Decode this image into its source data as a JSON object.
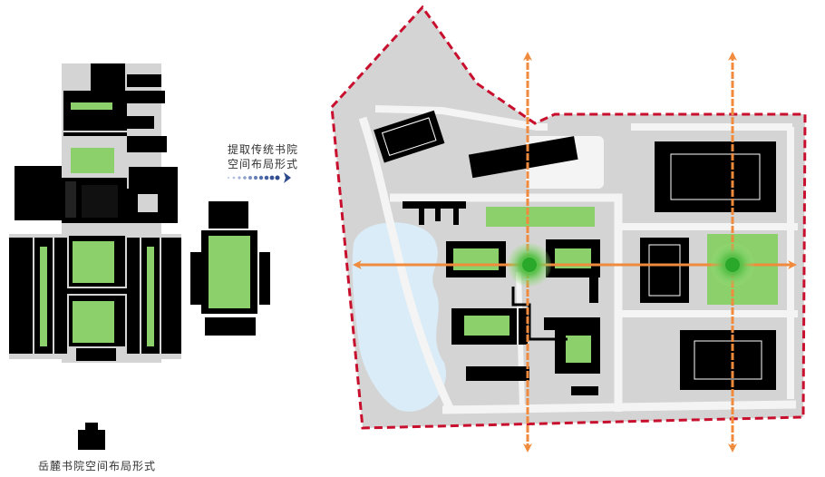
{
  "labels": {
    "extract_line1": "提取传统书院",
    "extract_line2": "空间布局形式",
    "caption": "岳麓书院空间布局形式"
  },
  "colors": {
    "building": "#000000",
    "courtyard": "#8bd06a",
    "ground": "#d4d4d4",
    "road": "#f4f4f4",
    "water": "#d9ecf7",
    "boundary": "#c8102e",
    "axis": "#f08a3c",
    "node": "#3cb43c",
    "node_glow": "#9be07f",
    "arrow_dots": "#2f4a8c"
  },
  "icons": [
    "arrow-right-icon",
    "axis-arrow-icon",
    "node-icon"
  ]
}
